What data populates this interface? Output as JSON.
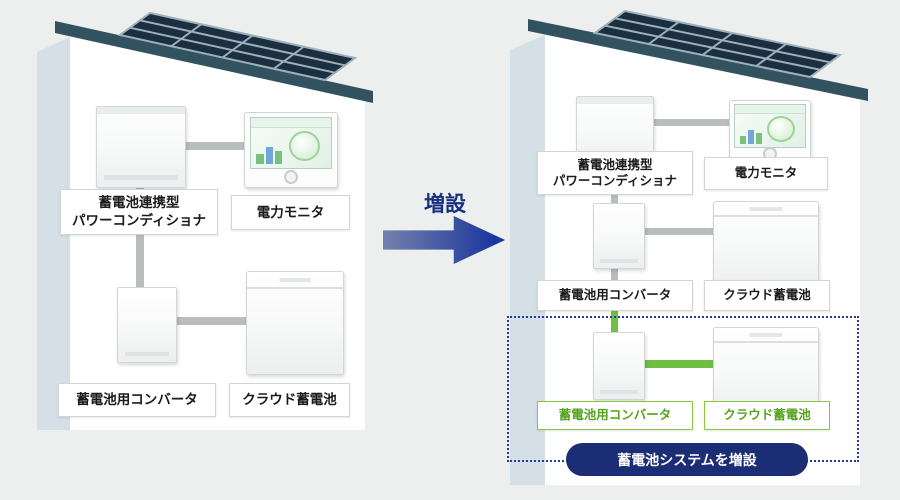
{
  "canvas": {
    "background": "#edefee"
  },
  "transition": {
    "label": "増設"
  },
  "colors": {
    "arrow_gradient_start": "#7480ab",
    "arrow_gradient_end": "#13309b",
    "line_gray": "#b9bdbd",
    "line_green": "#6fbf44",
    "label_text": "#1a1a1a",
    "green_label_text": "#55a31e",
    "green_label_border": "#8cc63f",
    "dotted_border": "#2438a8",
    "pill_background": "#1b2d74",
    "roof": "#33525f",
    "solar_cell": "#1c2f40",
    "house_side_wall": "#d5e0e6"
  },
  "before": {
    "power_conditioner": {
      "line1": "蓄電池連携型",
      "line2": "パワーコンディショナ"
    },
    "power_monitor": {
      "label": "電力モニタ"
    },
    "battery_converter": {
      "label": "蓄電池用コンバータ"
    },
    "cloud_battery": {
      "label": "クラウド蓄電池"
    }
  },
  "after": {
    "power_conditioner": {
      "line1": "蓄電池連携型",
      "line2": "パワーコンディショナ"
    },
    "power_monitor": {
      "label": "電力モニタ"
    },
    "battery_converter": {
      "label": "蓄電池用コンバータ"
    },
    "cloud_battery": {
      "label": "クラウド蓄電池"
    },
    "added": {
      "battery_converter_label": "蓄電池用コンバータ",
      "cloud_battery_label": "クラウド蓄電池",
      "caption": "蓄電池システムを増設"
    }
  }
}
